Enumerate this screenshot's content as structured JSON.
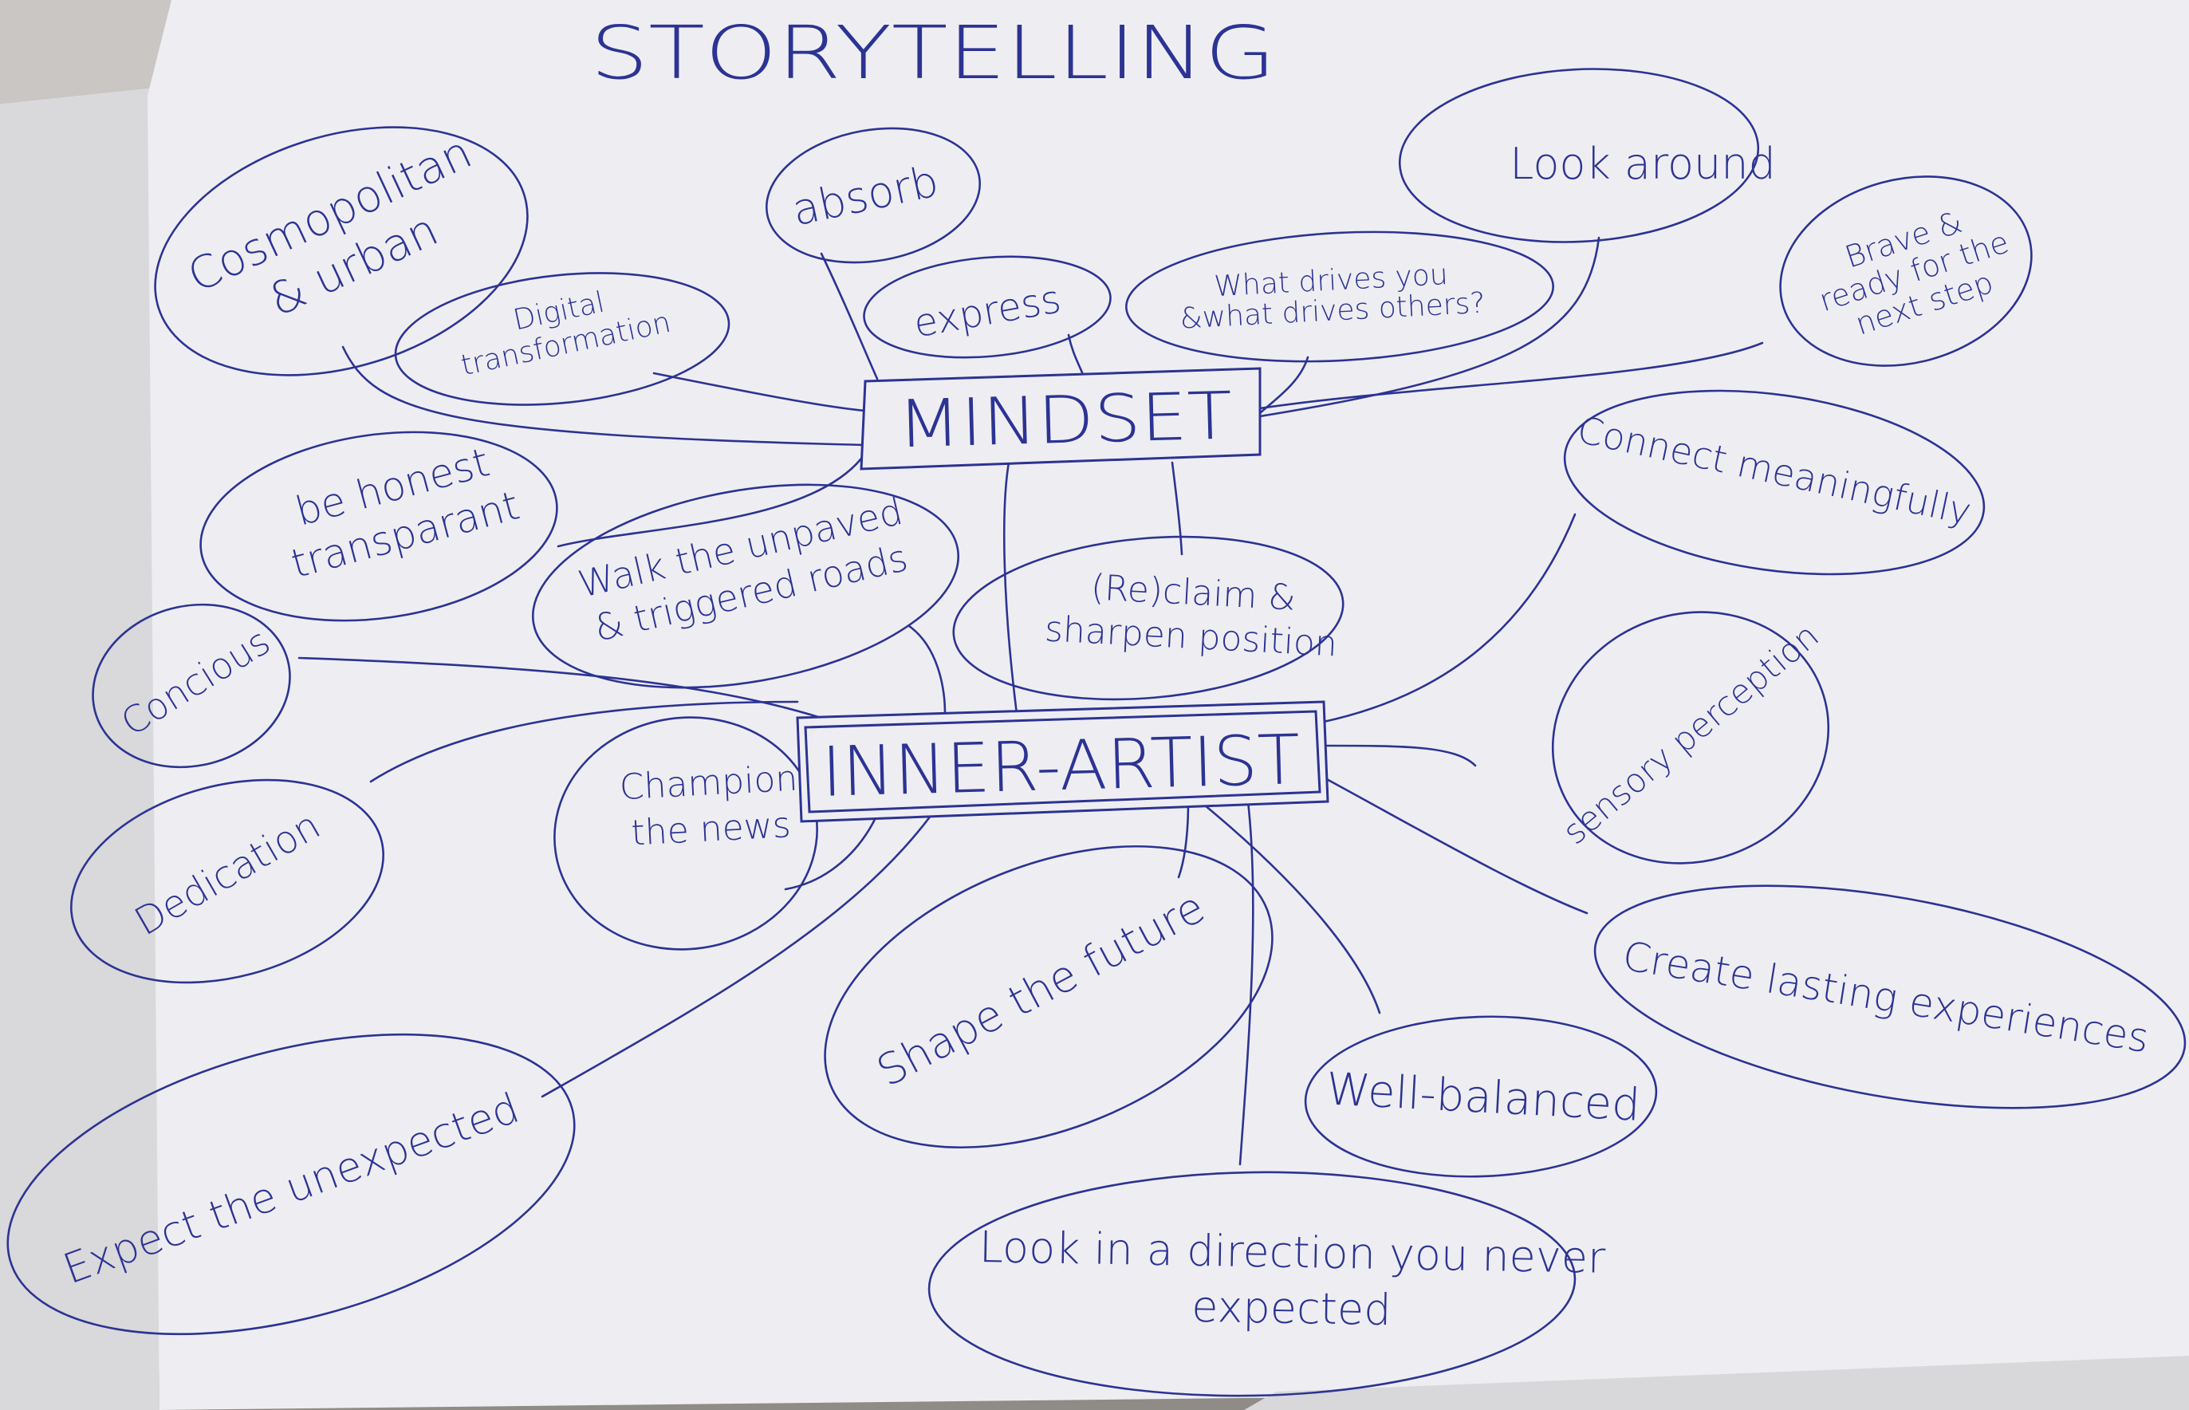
{
  "title": "STORYTELLING",
  "hubs": {
    "mindset": "MINDSET",
    "inner_artist": "INNER-ARTIST"
  },
  "nodes": {
    "cosmopolitan": [
      "Cosmopolitan",
      "& urban"
    ],
    "digital": [
      "Digital",
      "transformation"
    ],
    "absorb": [
      "absorb"
    ],
    "express": [
      "express"
    ],
    "drives": [
      "What drives you",
      "&what drives others?"
    ],
    "look_around": [
      "Look around"
    ],
    "brave": [
      "Brave &",
      "ready for the",
      "next step"
    ],
    "honest": [
      "be honest",
      "transparant"
    ],
    "walk": [
      "Walk the unpaved",
      "& triggered roads"
    ],
    "connect": [
      "Connect meaningfully"
    ],
    "reclaim": [
      "(Re)claim &",
      "sharpen position"
    ],
    "concious": [
      "Concious"
    ],
    "dedication": [
      "Dedication"
    ],
    "champion": [
      "Champion",
      "the news"
    ],
    "sensory": [
      "sensory perception"
    ],
    "shape": [
      "Shape the future"
    ],
    "create": [
      "Create lasting experiences"
    ],
    "well_balanced": [
      "Well-balanced"
    ],
    "expect": [
      "Expect the unexpected"
    ],
    "look_direction": [
      "Look in a direction you never",
      "expected"
    ]
  },
  "colors": {
    "ink": "#2c3393",
    "paper": "#f1f1f4",
    "background": "#8f8b86"
  }
}
